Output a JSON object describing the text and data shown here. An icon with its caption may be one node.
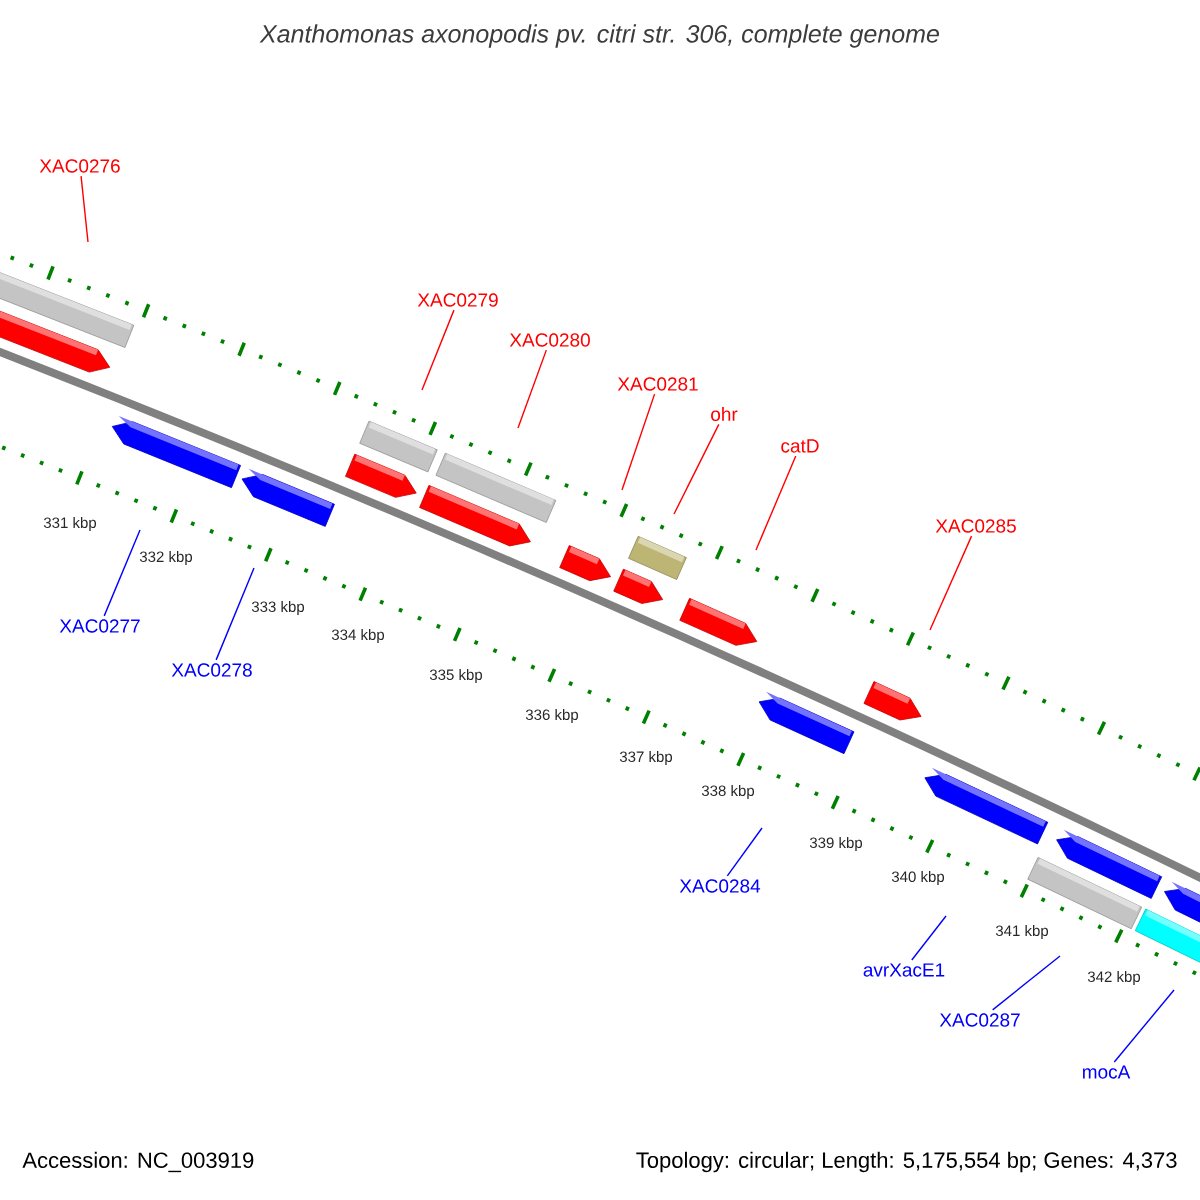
{
  "diagram": {
    "title": "Xanthomonas axonopodis pv. citri str. 306, complete genome",
    "nodes": [
      {
        "text": [
          "XAC0276"
        ]
      },
      {
        "text": [
          "XAC0279"
        ]
      },
      {
        "text": [
          "XAC0280"
        ]
      },
      {
        "text": [
          "XAC0281"
        ]
      },
      {
        "text": [
          "ohr"
        ]
      },
      {
        "text": [
          "catD"
        ]
      },
      {
        "text": [
          "XAC0285"
        ]
      },
      {
        "text": [
          "XAC0277"
        ]
      },
      {
        "text": [
          "XAC0278"
        ]
      },
      {
        "text": [
          "XAC0284"
        ]
      },
      {
        "text": [
          "avrXacE1"
        ]
      },
      {
        "text": [
          "XAC0287"
        ]
      },
      {
        "text": [
          "mocA"
        ]
      }
    ],
    "edges": [
      {
        "from": 0,
        "to": null,
        "arrow": "none"
      },
      {
        "from": 1,
        "to": null,
        "arrow": "none"
      },
      {
        "from": 2,
        "to": null,
        "arrow": "none"
      },
      {
        "from": 3,
        "to": null,
        "arrow": "none"
      },
      {
        "from": 4,
        "to": null,
        "arrow": "none"
      },
      {
        "from": 5,
        "to": null,
        "arrow": "none"
      },
      {
        "from": 6,
        "to": null,
        "arrow": "none"
      },
      {
        "from": 7,
        "to": null,
        "arrow": "none",
        "color": "#0000ff"
      },
      {
        "from": 8,
        "to": null,
        "arrow": "none",
        "color": "#0000ff"
      },
      {
        "from": 9,
        "to": null,
        "arrow": "none",
        "color": "#0000ff"
      },
      {
        "from": 10,
        "to": null,
        "arrow": "none",
        "color": "#0000ff"
      },
      {
        "from": 11,
        "to": null,
        "arrow": "none",
        "color": "#0000ff"
      },
      {
        "from": 12,
        "to": null,
        "arrow": "none",
        "color": "#0000ff"
      }
    ],
    "labels": [
      "331 kbp",
      "332 kbp",
      "333 kbp",
      "334 kbp",
      "335 kbp",
      "336 kbp",
      "337 kbp",
      "338 kbp",
      "339 kbp",
      "340 kbp",
      "341 kbp",
      "342 kbp",
      "Accession: NC_003919",
      "Topology: circular; Length: 5,175,554 bp; Genes: 4,373"
    ]
  }
}
